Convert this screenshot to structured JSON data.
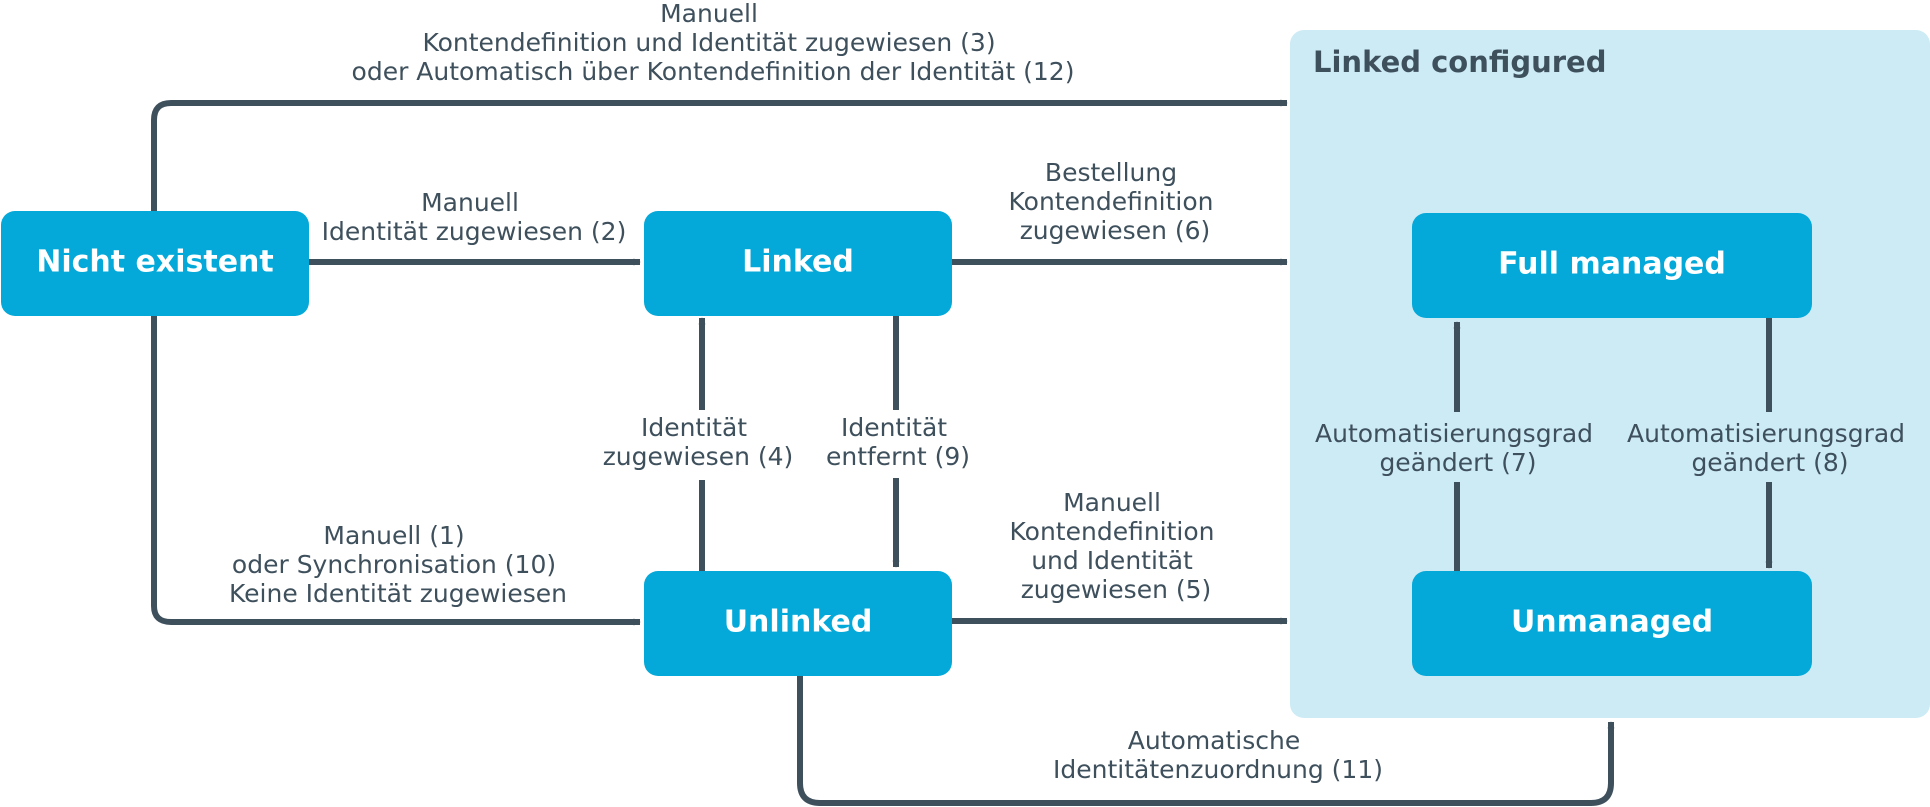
{
  "colors": {
    "node_fill": "#04a9d9",
    "node_text": "#ffffff",
    "group_fill": "#cdebf5",
    "line": "#3f505d",
    "text": "#3f505d"
  },
  "group": {
    "title": "Linked configured"
  },
  "nodes": {
    "nicht_existent": "Nicht existent",
    "linked": "Linked",
    "unlinked": "Unlinked",
    "full_managed": "Full managed",
    "unmanaged": "Unmanaged"
  },
  "edges": {
    "e3": [
      "Manuell",
      "Kontendefinition und Identität zugewiesen (3)",
      "oder Automatisch über Kontendefinition der Identität (12)"
    ],
    "e2": [
      "Manuell",
      "Identität zugewiesen (2)"
    ],
    "e6": [
      "Bestellung",
      "Kontendefinition",
      "zugewiesen (6)"
    ],
    "e4": [
      "Identität",
      "zugewiesen (4)"
    ],
    "e9": [
      "Identität",
      "entfernt (9)"
    ],
    "e1": [
      "Manuell (1)",
      "oder Synchronisation (10)",
      "Keine Identität zugewiesen"
    ],
    "e5": [
      "Manuell",
      "Kontendefinition",
      "und Identität",
      "zugewiesen (5)"
    ],
    "e7": [
      "Automatisierungsgrad",
      "geändert (7)"
    ],
    "e8": [
      "Automatisierungsgrad",
      "geändert (8)"
    ],
    "e11": [
      "Automatische",
      "Identitätenzuordnung (11)"
    ]
  }
}
